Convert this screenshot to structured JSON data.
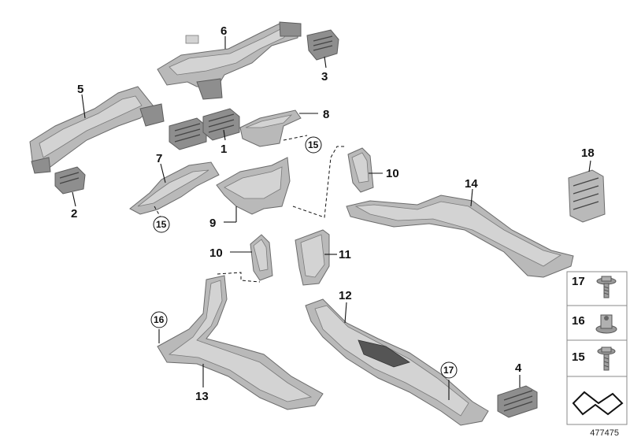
{
  "diagram": {
    "part_numbers": [
      "1",
      "2",
      "3",
      "4",
      "5",
      "6",
      "7",
      "8",
      "9",
      "10",
      "10",
      "11",
      "12",
      "13",
      "14",
      "18"
    ],
    "circled_refs": [
      "15",
      "15",
      "16",
      "17"
    ],
    "legend": [
      {
        "number": "17",
        "icon": "screw-with-washer-icon"
      },
      {
        "number": "16",
        "icon": "clip-nut-icon"
      },
      {
        "number": "15",
        "icon": "screw-icon"
      }
    ],
    "legend_arrow_icon": "direction-arrow-icon",
    "diagram_id": "477475"
  }
}
